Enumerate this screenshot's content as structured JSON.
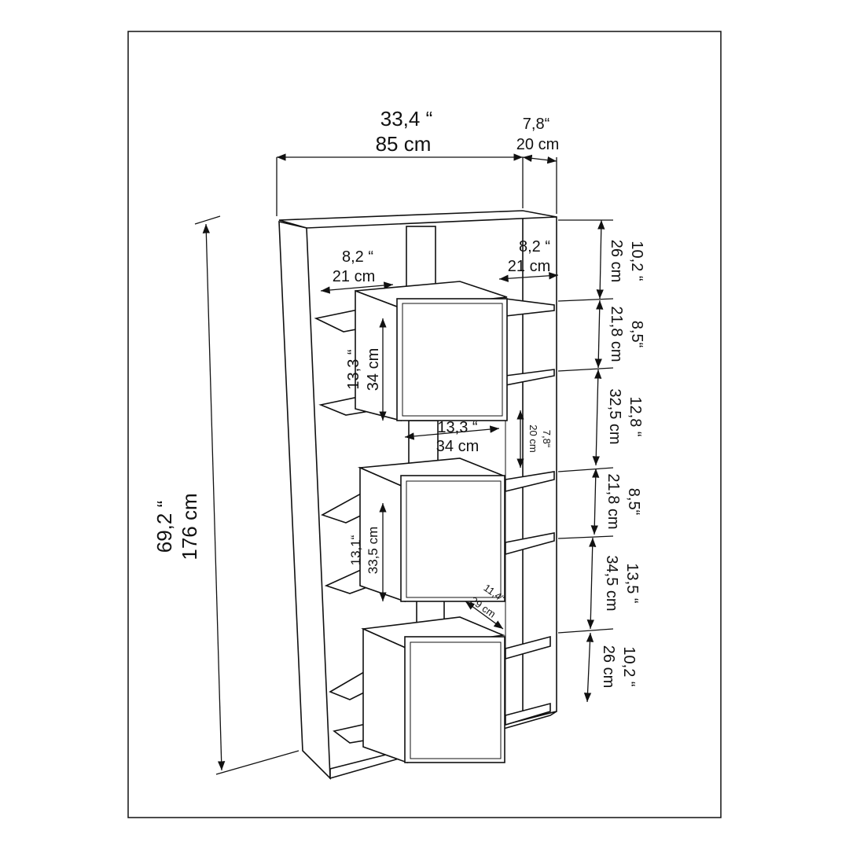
{
  "drawing": {
    "width_top": {
      "inch": "33,4 “",
      "cm": "85 cm"
    },
    "depth_top": {
      "inch": "7,8“",
      "cm": "20 cm"
    },
    "left_shelf": {
      "inch": "8,2 “",
      "cm": "21 cm"
    },
    "right_shelf": {
      "inch": "8,2 “",
      "cm": "21 cm"
    },
    "cube1_height": {
      "inch": "13,3 “",
      "cm": "34 cm"
    },
    "cube_width": {
      "inch": "13,3 “",
      "cm": "34 cm"
    },
    "cube_depth": {
      "inch": "7,8“",
      "cm": "20 cm"
    },
    "cube2_height": {
      "inch": "13,1“",
      "cm": "33,5 cm"
    },
    "cube3_diag": {
      "inch": "11,4“",
      "cm": "29 cm"
    },
    "total_height": {
      "inch": "69,2 “",
      "cm": "176 cm"
    },
    "right_heights": [
      {
        "inch": "10,2 “",
        "cm": "26 cm"
      },
      {
        "inch": "8,5“",
        "cm": "21,8 cm"
      },
      {
        "inch": "12,8 “",
        "cm": "32,5 cm"
      },
      {
        "inch": "8,5“",
        "cm": "21,8 cm"
      },
      {
        "inch": "13,5 “",
        "cm": "34,5 cm"
      },
      {
        "inch": "10,2 “",
        "cm": "26 cm"
      }
    ]
  }
}
